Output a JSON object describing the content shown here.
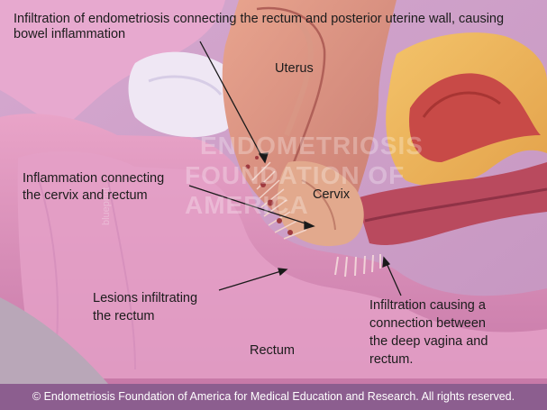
{
  "labels": {
    "rectum_wall": "Infiltration of endometriosis connecting the rectum and posterior uterine wall, causing bowel inflammation",
    "uterus": "Uterus",
    "inflammation_line1": "Inflammation connecting",
    "inflammation_line2": "the cervix and rectum",
    "cervix": "Cervix",
    "lesions_line1": "Lesions infiltrating",
    "lesions_line2": "the rectum",
    "infiltration_line1": "Infiltration causing a",
    "infiltration_line2": "connection between",
    "infiltration_line3": "the deep vagina and",
    "infiltration_line4": "rectum.",
    "rectum": "Rectum"
  },
  "watermark": {
    "line1": "ENDOMETRIOSIS",
    "line2": "FOUNDATION OF",
    "line3": "AMERICA",
    "side": "blueprint"
  },
  "footer": "© Endometriosis Foundation of America for Medical Education and Research. All rights reserved."
}
